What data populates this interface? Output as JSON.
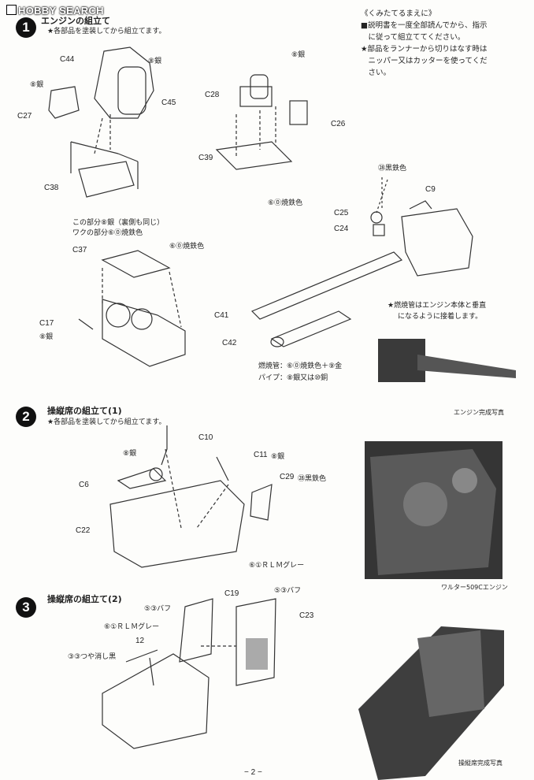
{
  "watermark": "HOBBY SEARCH",
  "steps": [
    {
      "num": "1",
      "title": "エンジンの組立て",
      "note": "★各部品を塗装してから組立てます。"
    },
    {
      "num": "2",
      "title": "操縦席の組立て(1)",
      "note": "★各部品を塗装してから組立てます。"
    },
    {
      "num": "3",
      "title": "操縦席の組立て(2)"
    }
  ],
  "preface": {
    "heading": "《くみたてるまえに》",
    "line1": "■説明書を一度全部読んでから、指示",
    "line2": "　に従って組立ててください。",
    "line3": "★部品をランナーから切りはなす時は",
    "line4": "　ニッパー又はカッターを使ってくだ",
    "line5": "　さい。"
  },
  "parts": {
    "c44": "C44",
    "c45": "C45",
    "c27": "C27",
    "c38": "C38",
    "c28": "C28",
    "c26": "C26",
    "c39": "C39",
    "c37": "C37",
    "c17": "C17",
    "c9": "C9",
    "c25": "C25",
    "c24": "C24",
    "c41": "C41",
    "c42": "C42",
    "c10": "C10",
    "c11": "C11",
    "c6": "C6",
    "c29": "C29",
    "c22": "C22",
    "c19": "C19",
    "c23": "C23",
    "p12": "12"
  },
  "colors": {
    "silver8": "⑧銀",
    "burnt60": "⑳焼鉄色",
    "burnt60b": "⑥⓪焼鉄色",
    "black28": "㉘黒鉄色",
    "c29color": "㉘黒鉄色",
    "rlm61": "⑥①ＲＬＭグレー",
    "puff53": "⑤③バフ",
    "flatblack33": "③③つや消し黒",
    "c11color": "⑧銀"
  },
  "notes": {
    "c38a": "この部分⑧銀（裏側も同じ）",
    "c38b": "ワクの部分⑥⓪焼鉄色",
    "burner": "燃焼管：⑥⓪焼鉄色＋⑨金",
    "pipe": "パイプ：⑧銀又は⑩銅",
    "vertical1": "★燃焼管はエンジン本体と垂直",
    "vertical2": "になるように接着します。"
  },
  "captions": {
    "engine_done": "エンジン完成写真",
    "walter": "ワルター509Cエンジン",
    "cockpit_done": "操縦席完成写真"
  },
  "footer": {
    "page": "− 2 −"
  }
}
